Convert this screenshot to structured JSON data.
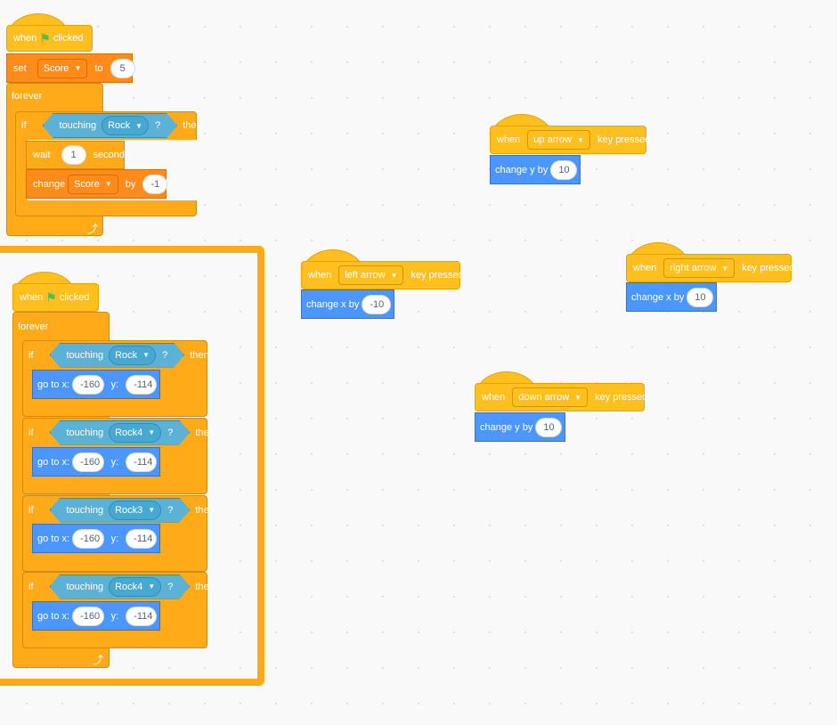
{
  "script1": {
    "hat": {
      "when": "when",
      "clicked": "clicked"
    },
    "set": {
      "label": "set",
      "var": "Score",
      "to": "to",
      "value": "5"
    },
    "forever": "forever",
    "if1": {
      "if": "if",
      "touching": "touching",
      "target": "Rock",
      "q": "?",
      "then": "then"
    },
    "wait": {
      "label": "wait",
      "value": "1",
      "unit": "seconds"
    },
    "change": {
      "label": "change",
      "var": "Score",
      "by": "by",
      "value": "-1"
    }
  },
  "script2": {
    "hat": {
      "when": "when",
      "clicked": "clicked"
    },
    "forever": "forever",
    "ifs": [
      {
        "if": "if",
        "touching": "touching",
        "target": "Rock",
        "q": "?",
        "then": "then",
        "goto": "go to x:",
        "x": "-160",
        "y_label": "y:",
        "y": "-114"
      },
      {
        "if": "if",
        "touching": "touching",
        "target": "Rock4",
        "q": "?",
        "then": "then",
        "goto": "go to x:",
        "x": "-160",
        "y_label": "y:",
        "y": "-114"
      },
      {
        "if": "if",
        "touching": "touching",
        "target": "Rock3",
        "q": "?",
        "then": "then",
        "goto": "go to x:",
        "x": "-160",
        "y_label": "y:",
        "y": "-114"
      },
      {
        "if": "if",
        "touching": "touching",
        "target": "Rock4",
        "q": "?",
        "then": "then",
        "goto": "go to x:",
        "x": "-160",
        "y_label": "y:",
        "y": "-114"
      }
    ]
  },
  "keys": [
    {
      "when": "when",
      "key": "up arrow",
      "pressed": "key pressed",
      "action": "change y by",
      "value": "10"
    },
    {
      "when": "when",
      "key": "left arrow",
      "pressed": "key pressed",
      "action": "change x by",
      "value": "-10"
    },
    {
      "when": "when",
      "key": "right arrow",
      "pressed": "key pressed",
      "action": "change x by",
      "value": "10"
    },
    {
      "when": "when",
      "key": "down arrow",
      "pressed": "key pressed",
      "action": "change y by",
      "value": "10"
    }
  ],
  "colors": {
    "events": "#ffbf1f",
    "control": "#ffab19",
    "variables": "#ff8c1a",
    "motion": "#4c97ff",
    "sensing": "#5cb1d6",
    "flag": "#4cbf56"
  },
  "icons": {
    "flag": "green-flag-icon",
    "dropdown": "caret-down-icon",
    "loop": "loop-arrow-icon"
  }
}
